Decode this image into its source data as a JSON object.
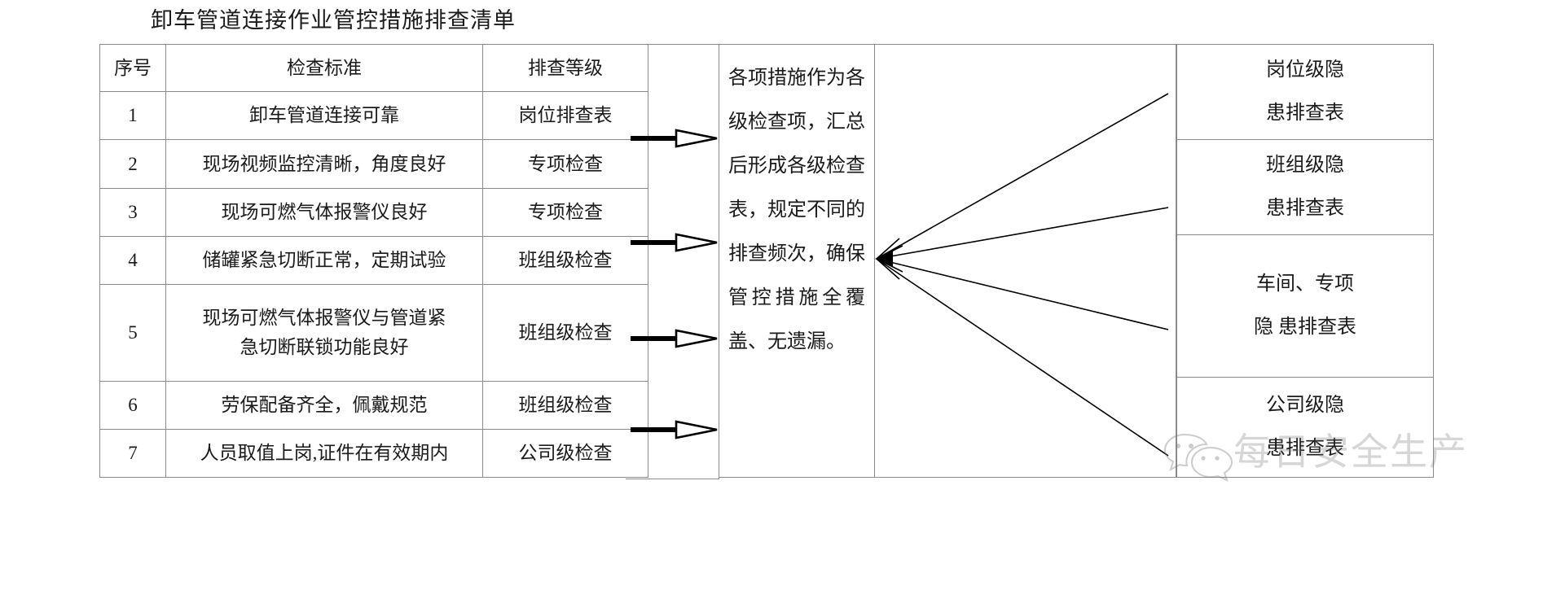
{
  "title": "卸车管道连接作业管控措施排查清单",
  "table": {
    "headers": [
      "序号",
      "检查标准",
      "排查等级"
    ],
    "rows": [
      {
        "no": "1",
        "standard": "卸车管道连接可靠",
        "level": "岗位排查表"
      },
      {
        "no": "2",
        "standard": "现场视频监控清晰，角度良好",
        "level": "专项检查"
      },
      {
        "no": "3",
        "standard": "现场可燃气体报警仪良好",
        "level": "专项检查"
      },
      {
        "no": "4",
        "standard": "储罐紧急切断正常，定期试验",
        "level": "班组级检查"
      },
      {
        "no": "5",
        "standard_line1": "现场可燃气体报警仪与管道紧",
        "standard_line2": "急切断联锁功能良好",
        "level": "班组级检查"
      },
      {
        "no": "6",
        "standard": "劳保配备齐全，佩戴规范",
        "level": "班组级检查"
      },
      {
        "no": "7",
        "standard": "人员取值上岗,证件在有效期内",
        "level": "公司级检查"
      }
    ]
  },
  "summary": {
    "text": "各项措施作为各级检查项，汇总后形成各级检查表，规定不同的排查频次，确保管控措施全覆盖、无遗漏。"
  },
  "arrows": {
    "count": 4,
    "glyph": "open-arrow-right"
  },
  "right_boxes": [
    {
      "line1": "岗位级隐",
      "line2": "患排查表"
    },
    {
      "line1": "班组级隐",
      "line2": "患排查表"
    },
    {
      "line1": "车间、专项",
      "line2": "隐  患排查表"
    },
    {
      "line1": "公司级隐",
      "line2": "患排查表"
    }
  ],
  "watermark": {
    "text": "每日安全生产",
    "icon": "wechat-icon"
  },
  "colors": {
    "border": "#8a8a8a",
    "text": "#1a1a1a",
    "arrow": "#000000",
    "watermark": "rgba(120,120,120,0.30)"
  }
}
